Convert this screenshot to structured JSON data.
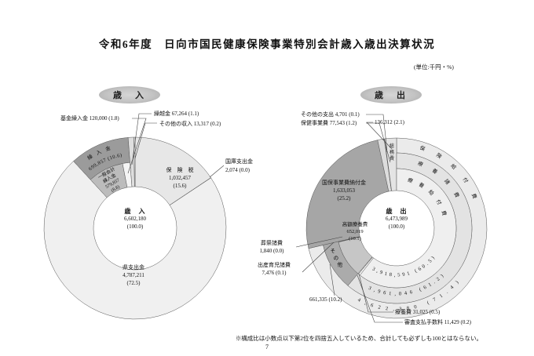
{
  "page": {
    "title": "令和6年度　日向市国民健康保険事業特別会計歳入歳出決算状況",
    "unit_note": "(単位:千円・%)",
    "footnote": "※構成比は小数点以下第2位を四捨五入しているため、合計しても必ずしも100とはならない。",
    "page_number": "7"
  },
  "badges": {
    "revenue": "歳　入",
    "expenditure": "歳　出"
  },
  "chart_data": [
    {
      "type": "pie",
      "title": "歳入",
      "legend_position": "none",
      "total_label": "歳　入",
      "total_value": 6602180,
      "total_display": "6,602,180",
      "total_percent": "(100.0)",
      "slices": [
        {
          "name": "保険税",
          "value": 1032457,
          "percent": 15.6
        },
        {
          "name": "国庫支出金",
          "value": 2074,
          "percent": 0.0
        },
        {
          "name": "県支出金",
          "value": 4787211,
          "percent": 72.5
        },
        {
          "name": "繰入金",
          "value": 699857,
          "percent": 10.6,
          "children": [
            {
              "name": "一般会計繰入金",
              "value": 579857,
              "percent": 8.8
            },
            {
              "name": "基金繰入金",
              "value": 120000,
              "percent": 1.8
            }
          ]
        },
        {
          "name": "繰越金",
          "value": 67264,
          "percent": 1.1
        },
        {
          "name": "その他の収入",
          "value": 13317,
          "percent": 0.2
        }
      ]
    },
    {
      "type": "pie",
      "title": "歳出",
      "legend_position": "none",
      "total_label": "歳　出",
      "total_value": 6473989,
      "total_display": "6,473,989",
      "total_percent": "(100.0)",
      "slices": [
        {
          "name": "保険給付費",
          "value": 4622380,
          "percent": 71.4,
          "children": [
            {
              "name": "療養諸費",
              "value": 3961046,
              "percent": 61.2,
              "children": [
                {
                  "name": "療養給付費",
                  "value": 3918591,
                  "percent": 60.5
                },
                {
                  "name": "療養費",
                  "value": 31025,
                  "percent": 0.5
                },
                {
                  "name": "審査支払手数料",
                  "value": 11429,
                  "percent": 0.2
                }
              ]
            },
            {
              "name": "その他",
              "value": 661335,
              "percent": 10.2,
              "children": [
                {
                  "name": "高額療養費",
                  "value": 652019,
                  "percent": 10.1
                },
                {
                  "name": "出産育児諸費",
                  "value": 7476,
                  "percent": 0.1
                },
                {
                  "name": "葬祭諸費",
                  "value": 1840,
                  "percent": 0.0
                }
              ]
            }
          ]
        },
        {
          "name": "国保事業費納付金",
          "value": 1633053,
          "percent": 25.2
        },
        {
          "name": "保健事業費",
          "value": 77543,
          "percent": 1.2
        },
        {
          "name": "その他の支出",
          "value": 4701,
          "percent": 0.1
        },
        {
          "name": "総務費",
          "value": 136312,
          "percent": 2.1
        }
      ]
    }
  ],
  "colors": {
    "保険税": "#e7e7e7",
    "国庫支出金": "#ffffff",
    "県支出金": "#f0f0f0",
    "繰入金": "#9b9b9b",
    "一般会計繰入金": "#bcbcbc",
    "基金繰入金": "#f4f4f4",
    "繰越金": "#dedede",
    "その他の収入": "#fbfbfb",
    "保険給付費": "#ebebeb",
    "療養諸費": "#e3e3e3",
    "その他": "#ababab",
    "療養給付費": "#efefef",
    "療養費": "#f8f8f8",
    "審査支払手数料": "#ffffff",
    "高額療養費": "#c6c6c6",
    "出産育児諸費": "#f2f2f2",
    "葬祭諸費": "#ffffff",
    "国保事業費納付金": "#a6a6a6",
    "保健事業費": "#dcdcdc",
    "その他の支出": "#f9f9f9",
    "総務費": "#e4e4e4"
  },
  "callouts": {
    "left": {
      "kikin": "基金繰入金  120,000 (1.8)",
      "kurikoshi": "繰越金  67,264 (1.1)",
      "sonota_shunyu": "その他の収入  13,317 (0.2)",
      "kokko1": "国庫支出金",
      "kokko2": "2,074 (0.0)",
      "hokenzei1": "保　険　税",
      "hokenzei2": "1,032,457",
      "hokenzei3": "(15.6)",
      "ken1": "県支出金",
      "ken2": "4,787,211",
      "ken3": "(72.5)",
      "center1": "歳　入",
      "center2": "6,602,180",
      "center3": "(100.0)",
      "kuriire_name": "繰入金",
      "kuriire_val": "699,857 (10.6)",
      "ippan1": "一般会計",
      "ippan2": "繰入金",
      "ippan3": "579,857",
      "ippan4": "(8.8)"
    },
    "right": {
      "sonota_shishutsu": "その他の支出  4,701 (0.1)",
      "hokenjigyo": "保健事業費  77,543 (1.2)",
      "somu_val": "136,312 (2.1)",
      "somu_name": "総務費",
      "nofu1": "国保事業費納付金",
      "nofu2": "1,633,053",
      "nofu3": "(25.2)",
      "kogaku1": "高額療養費",
      "kogaku2": "652,019",
      "kogaku3": "(10.1)",
      "sosai1": "葬祭諸費",
      "sosai2": "1,840 (0.0)",
      "shussan1": "出産育児諸費",
      "shussan2": "7,476 (0.1)",
      "sonota_val": "661,335 (10.2)",
      "sonota_name": "その他",
      "ryoyo": "療養費  31,025 (0.5)",
      "shinsa": "審査支払手数料  11,429 (0.2)",
      "center1": "歳　出",
      "center2": "6,473,989",
      "center3": "(100.0)",
      "hokyu_name": "保険給付費",
      "hokyu_val": "4,622,380 (71.4)",
      "ryoyosho_name": "療養諸費",
      "ryoyosho_val": "3,961,046 (61.2)",
      "ryokyufu_name": "療養給付費",
      "ryokyufu_val": "3,918,591 (60.5)"
    }
  }
}
